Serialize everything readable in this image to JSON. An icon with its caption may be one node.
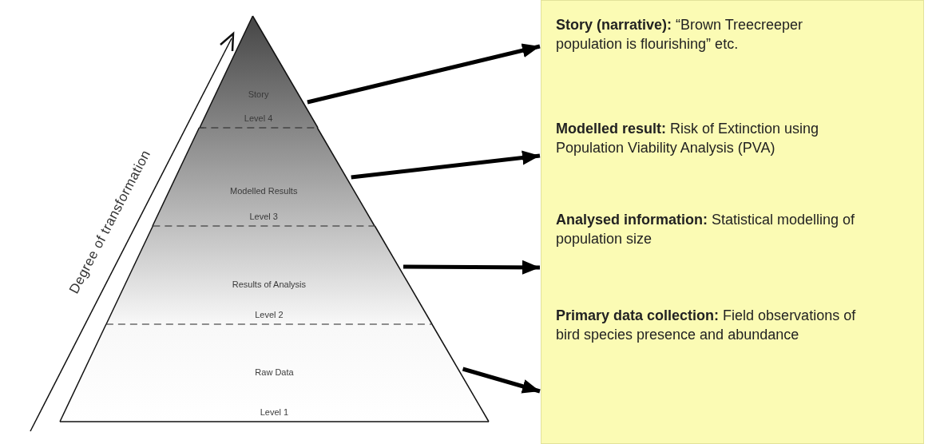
{
  "diagram": {
    "nodes": [
      {
        "text": [
          "Story",
          "Level 4"
        ]
      },
      {
        "text": [
          "Modelled Results",
          "Level 3"
        ]
      },
      {
        "text": [
          "Results of Analysis",
          "Level 2"
        ]
      },
      {
        "text": [
          "Raw Data",
          "Level 1"
        ]
      },
      {
        "text": [],
        "shape": "box"
      },
      {
        "text": [
          "**Story (narrative):** “Brown Treecreeper population is flourishing” etc."
        ],
        "in": 4
      },
      {
        "text": [
          "**Modelled result:** Risk of Extinction using Population Viability Analysis (PVA)"
        ],
        "in": 4
      },
      {
        "text": [
          "**Analysed information:** Statistical modelling of population size"
        ],
        "in": 4
      },
      {
        "text": [
          "**Primary data collection:** Field observations of bird species presence and abundance"
        ],
        "in": 4
      }
    ],
    "edges": [
      {
        "from": 0,
        "to": 5,
        "arrow": "to"
      },
      {
        "from": 1,
        "to": 6,
        "arrow": "to"
      },
      {
        "from": 2,
        "to": 7,
        "arrow": "to"
      },
      {
        "from": 3,
        "to": 8,
        "arrow": "to"
      }
    ],
    "labels": [
      "Degree of transformation"
    ]
  }
}
